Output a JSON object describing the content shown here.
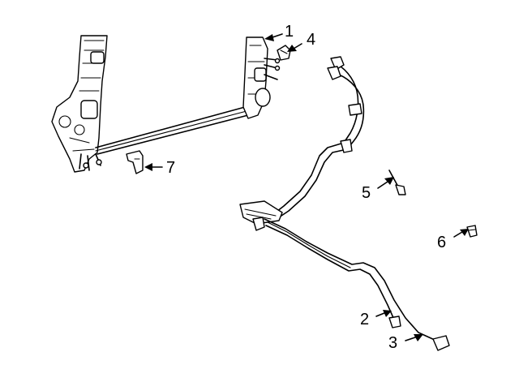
{
  "diagram": {
    "callouts": [
      {
        "id": "1",
        "label": "1"
      },
      {
        "id": "4",
        "label": "4"
      },
      {
        "id": "7",
        "label": "7"
      },
      {
        "id": "5",
        "label": "5"
      },
      {
        "id": "6",
        "label": "6"
      },
      {
        "id": "2",
        "label": "2"
      },
      {
        "id": "3",
        "label": "3"
      }
    ],
    "colors": {
      "line": "#000000",
      "background": "#ffffff"
    }
  }
}
